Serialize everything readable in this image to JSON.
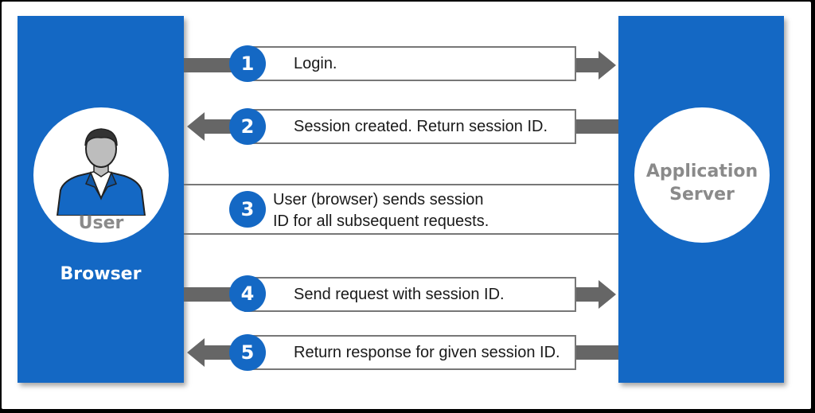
{
  "browser": {
    "user_label": "User",
    "label": "Browser"
  },
  "server": {
    "label": "Application Server"
  },
  "steps": [
    {
      "number": "1",
      "text": "Login.",
      "direction": "right"
    },
    {
      "number": "2",
      "text": "Session created. Return session ID.",
      "direction": "left"
    },
    {
      "number": "3",
      "text_line1": "User (browser) sends session",
      "text_line2": "ID for all subsequent requests.",
      "direction": "none"
    },
    {
      "number": "4",
      "text": "Send request with session ID.",
      "direction": "right"
    },
    {
      "number": "5",
      "text": "Return response for given session ID.",
      "direction": "left"
    }
  ],
  "colors": {
    "panel_blue": "#1468c4",
    "arrow_gray": "#666666",
    "label_gray": "#8a8a8a"
  },
  "icons": {
    "user": "person-icon"
  }
}
